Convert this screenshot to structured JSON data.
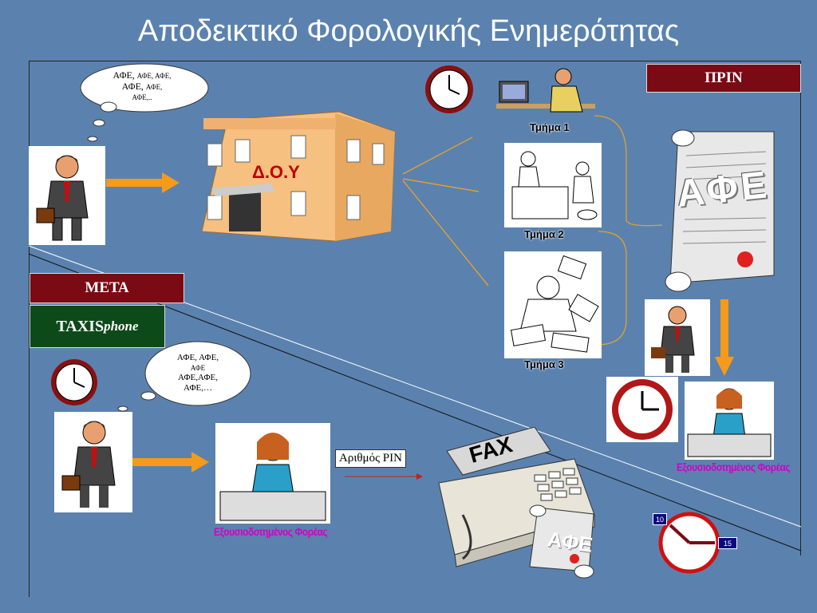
{
  "title": "Αποδεικτικό Φορολογικής Ενημερότητας",
  "labels": {
    "before": "ΠΡΙΝ",
    "after": "ΜΕΤΑ",
    "taxis_main": "TAXIS",
    "taxis_suffix": "phone",
    "tax_office": "Δ.Ο.Υ",
    "pin": "Αριθμός PIN",
    "fax": "FAX",
    "certificate": "ΑΦΕ",
    "certificate_small": "ΑΦΕ"
  },
  "departments": [
    "Τμήμα 1",
    "Τμήμα 2",
    "Τμήμα 3"
  ],
  "agency": [
    "Εξουσιοδοτημένος Φορέας",
    "Εξουσιοδοτημένος Φορέας"
  ],
  "thought_top": [
    "ΑΦΕ, ",
    "ΑΦΕ, ΑΦΕ,",
    "ΑΦΕ, ",
    "ΑΦΕ,",
    "ΑΦΕ,.."
  ],
  "thought_bottom": [
    "ΑΦΕ, ΑΦΕ,",
    "ΑΦΕ",
    "ΑΦΕ,ΑΦΕ,",
    "ΑΦΕ,…"
  ],
  "clock_marks": {
    "start": "10",
    "end": "15"
  },
  "colors": {
    "background": "#5b82ae",
    "label_red": "#7a0a14",
    "label_green": "#0d4a1a",
    "agency_text": "#d400c8",
    "arrow": "#f59a1a"
  },
  "icons": [
    "businessman-icon",
    "building-icon",
    "clock-icon",
    "desk-worker-icon",
    "scroll-icon",
    "fax-icon",
    "woman-clerk-icon"
  ]
}
